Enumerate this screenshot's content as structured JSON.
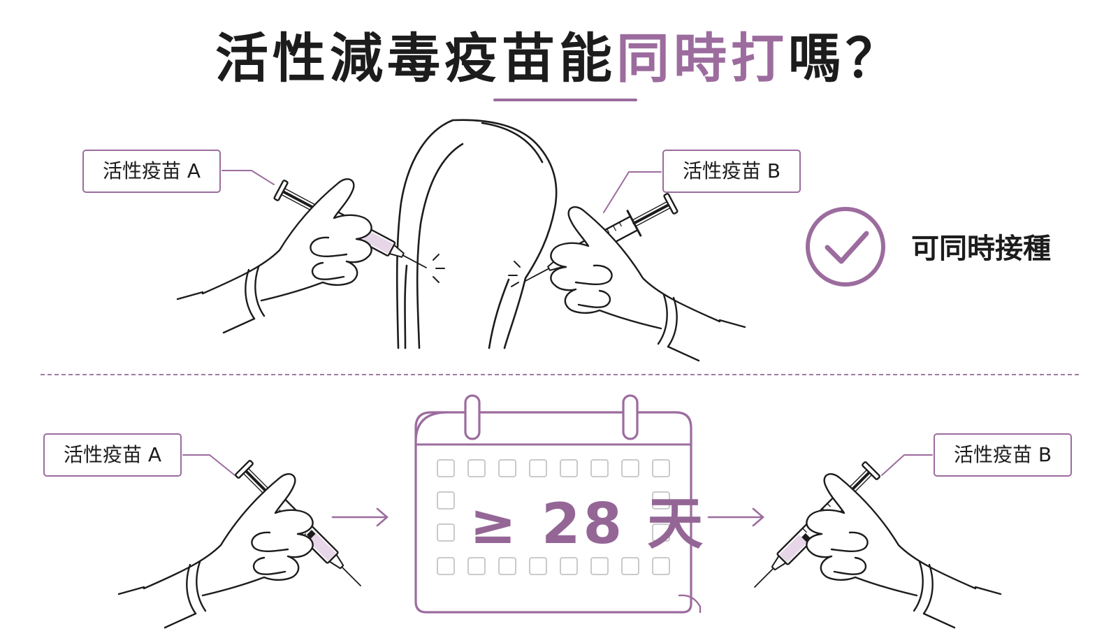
{
  "title": {
    "part1": "活性減毒疫苗能",
    "highlight": "同時打",
    "part2": "嗎？"
  },
  "top_section": {
    "label_a": "活性疫苗 A",
    "label_b": "活性疫苗 B",
    "result_text": "可同時接種",
    "result_icon": "check-circle-icon"
  },
  "bottom_section": {
    "label_a": "活性疫苗 A",
    "label_b": "活性疫苗 B",
    "interval_text": "≥ 28 天",
    "calendar_icon": "calendar-icon",
    "arrow_icon": "arrow-right-icon"
  },
  "colors": {
    "accent": "#9c6c9e",
    "ink": "#1c1c1c",
    "background": "#ffffff"
  }
}
